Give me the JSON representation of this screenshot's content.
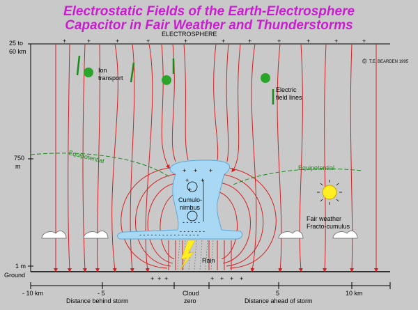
{
  "title": {
    "line1": "Electrostatic Fields of the Earth-Electrosphere",
    "line2": "Capacitor in Fair Weather and Thunderstorms"
  },
  "labels": {
    "electrosphere": "ELECTROSPHERE",
    "altitude_top": "25 to",
    "altitude_top2": "60 km",
    "altitude_mid": "750",
    "altitude_mid_unit": "m",
    "altitude_low": "1 m",
    "ground": "Ground",
    "copyright": "T.E. BEARDEN 1995",
    "ion_transport_1": "Ion",
    "ion_transport_2": "transport",
    "field_lines_1": "Electric",
    "field_lines_2": "field lines",
    "equipotential_left": "Equipotential",
    "equipotential_right": "Equipotential",
    "cumulonimbus_1": "Cumulo-",
    "cumulonimbus_2": "nimbus",
    "fair_weather_1": "Fair weather",
    "fair_weather_2": "Fracto-cumulus",
    "rain": "Rain"
  },
  "axis": {
    "ticks": [
      "- 10 km",
      "- 5",
      "Cloud",
      "5",
      "10 km"
    ],
    "cloud_zero": "zero",
    "behind": "Distance behind storm",
    "ahead": "Distance ahead of storm"
  },
  "colors": {
    "field_line": "#d42020",
    "equipotential": "#1a8a1a",
    "cloud": "#a9d8f5",
    "ion": "#2aa52a",
    "sun": "#ffee22",
    "title": "#c81ed0"
  }
}
